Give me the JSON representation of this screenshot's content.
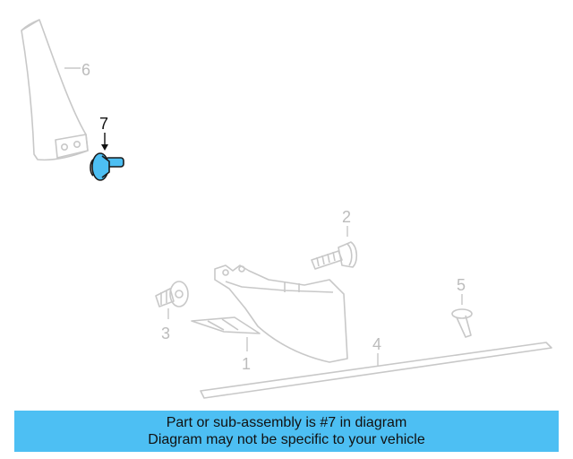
{
  "callouts": {
    "c1": "1",
    "c2": "2",
    "c3": "3",
    "c4": "4",
    "c5": "5",
    "c6": "6",
    "c7": "7"
  },
  "highlighted_part": "7",
  "colors": {
    "highlight_fill": "#4dbff3",
    "line_art": "#c8c8c8",
    "banner_bg": "#4dbff3"
  },
  "banner": {
    "line1": "Part or sub-assembly is #7 in diagram",
    "line2": "Diagram may not be specific to your vehicle"
  }
}
